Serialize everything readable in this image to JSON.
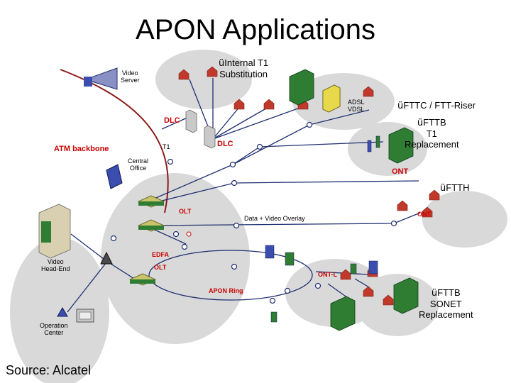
{
  "title": "APON Applications",
  "source": "Source: Alcatel",
  "checkmark": "ü",
  "colors": {
    "backbone": "#8b1a1a",
    "halo": "#d9d9d9",
    "link": "#1f2f70",
    "node_fill": "#ffffff",
    "olt_fill": "#c9c36a",
    "ont_fill": "#2e7d32",
    "label_red": "#cc0000"
  },
  "labels": {
    "video_server": "Video\nServer",
    "internal_t1": "Internal T1\nSubstitution",
    "adsl_vdsl": "ADSL\nVDSL",
    "fttc": "FTTC / FTT-Riser",
    "fttb_t1": "FTTB\nT1\nReplacement",
    "dlc_1": "DLC",
    "dlc_2": "DLC",
    "t1": "T1",
    "atm_backbone": "ATM backbone",
    "central_office": "Central\nOffice",
    "ont_1": "ONT",
    "ftth": "FTTH",
    "olt_1": "OLT",
    "ont_2": "ONT",
    "overlay": "Data + Video Overlay",
    "edfa": "EDFA",
    "video_headend": "Video\nHead-End",
    "olt_2": "OLT",
    "ont_l": "ONT-L",
    "apon_ring": "APON Ring",
    "fttb_sonet": "FTTB\nSONET\nReplacement",
    "operation_center": "Operation\nCenter"
  }
}
